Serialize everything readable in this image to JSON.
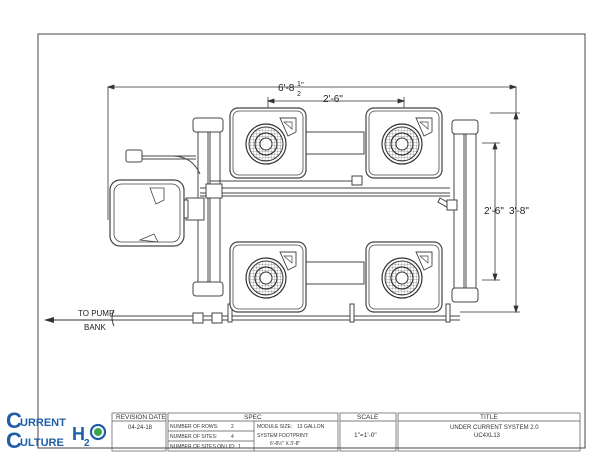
{
  "dimensions": {
    "overall_width": "6'-8",
    "overall_width_frac_num": "1",
    "overall_width_frac_den": "2",
    "overall_width_suffix": "\"",
    "site_spacing_horizontal": "2'-6\"",
    "site_spacing_vertical": "2'-6\"",
    "overall_depth": "3'-8\""
  },
  "notes": {
    "to_pump_line1": "TO PUMP",
    "to_pump_line2": "BANK"
  },
  "logo": {
    "word1": "URRENT",
    "word2": "ULTURE",
    "c": "C",
    "h2o_h": "H",
    "h2o_2": "2",
    "h2o_o": "O"
  },
  "title_block": {
    "revision_header": "REVISION DATE",
    "revision_date": "04-24-18",
    "spec_header": "SPEC",
    "spec_rows": [
      {
        "label": "NUMBER OF ROWS:",
        "value": "2"
      },
      {
        "label": "NUMBER OF SITES:",
        "value": "4"
      },
      {
        "label": "NUMBER OF SITES ON LID:",
        "value": "1"
      }
    ],
    "module_size_label": "MODULE SIZE:",
    "module_size_value": "13 GALLON",
    "footprint_label": "SYSTEM FOOTPRINT:",
    "footprint_value": "6'-8½\" X 3'-8\"",
    "scale_header": "SCALE",
    "scale_value": "1\"=1'-0\"",
    "title_header": "TITLE",
    "title_line1": "UNDER CURRENT SYSTEM 2.0",
    "title_line2": "UC4XL13"
  },
  "colors": {
    "line": "#444444",
    "logo_blue": "#1f5fa8"
  }
}
